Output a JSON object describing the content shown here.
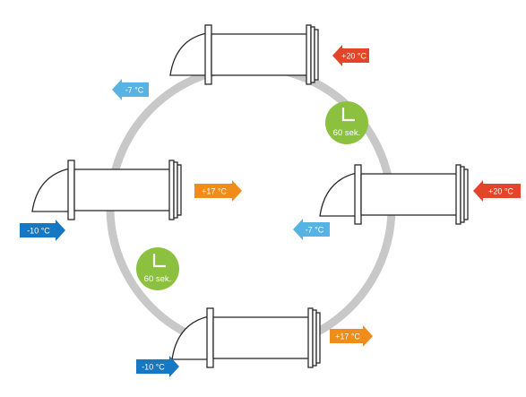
{
  "colors": {
    "ring": "#c8c8c8",
    "outline": "#2a2a2a",
    "red_arrow": "#e3452b",
    "orange_arrow": "#f08c1a",
    "light_blue_arrow": "#56b3e4",
    "dark_blue_arrow": "#1677c2",
    "timer_green": "#8cc13f"
  },
  "icons": {
    "clock": "clock-hands-icon",
    "arrow": "direction-arrow-icon"
  },
  "labels": {
    "top_red": "+20 °C",
    "top_light_blue": "-7 °C",
    "left_orange": "+17 °C",
    "left_dark_blue": "-10 °C",
    "right_red": "+20 °C",
    "right_light_blue": "-7 °C",
    "bottom_orange": "+17 °C",
    "bottom_dark_blue": "-10 °C"
  },
  "timers": {
    "upper": "60 sek.",
    "lower": "60 sek."
  }
}
